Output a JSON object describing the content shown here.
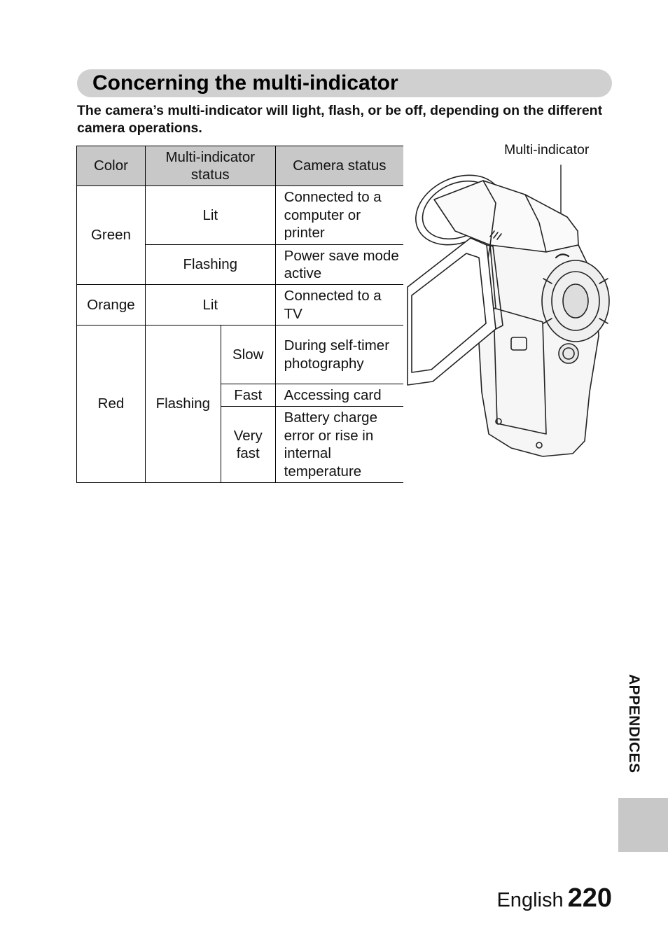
{
  "section": {
    "title": "Concerning the multi-indicator",
    "intro": "The camera’s multi-indicator will light, flash, or be off, depending on the different camera operations."
  },
  "table": {
    "headers": {
      "color": "Color",
      "indicator": "Multi-indicator status",
      "camera": "Camera status"
    },
    "green": {
      "color": "Green",
      "lit": "Lit",
      "lit_status": "Connected to a computer or printer",
      "flashing": "Flashing",
      "flashing_status": "Power save mode active"
    },
    "orange": {
      "color": "Orange",
      "lit": "Lit",
      "lit_status": "Connected to a TV"
    },
    "red": {
      "color": "Red",
      "flashing": "Flashing",
      "slow": "Slow",
      "slow_status": "During self-timer photography",
      "fast": "Fast",
      "fast_status": "Accessing card",
      "very_fast": "Very fast",
      "very_fast_status": "Battery charge error or rise in internal temperature"
    }
  },
  "illustration": {
    "callout": "Multi-indicator"
  },
  "sidebar": {
    "tab_label": "APPENDICES"
  },
  "footer": {
    "language": "English",
    "page_number": "220"
  }
}
